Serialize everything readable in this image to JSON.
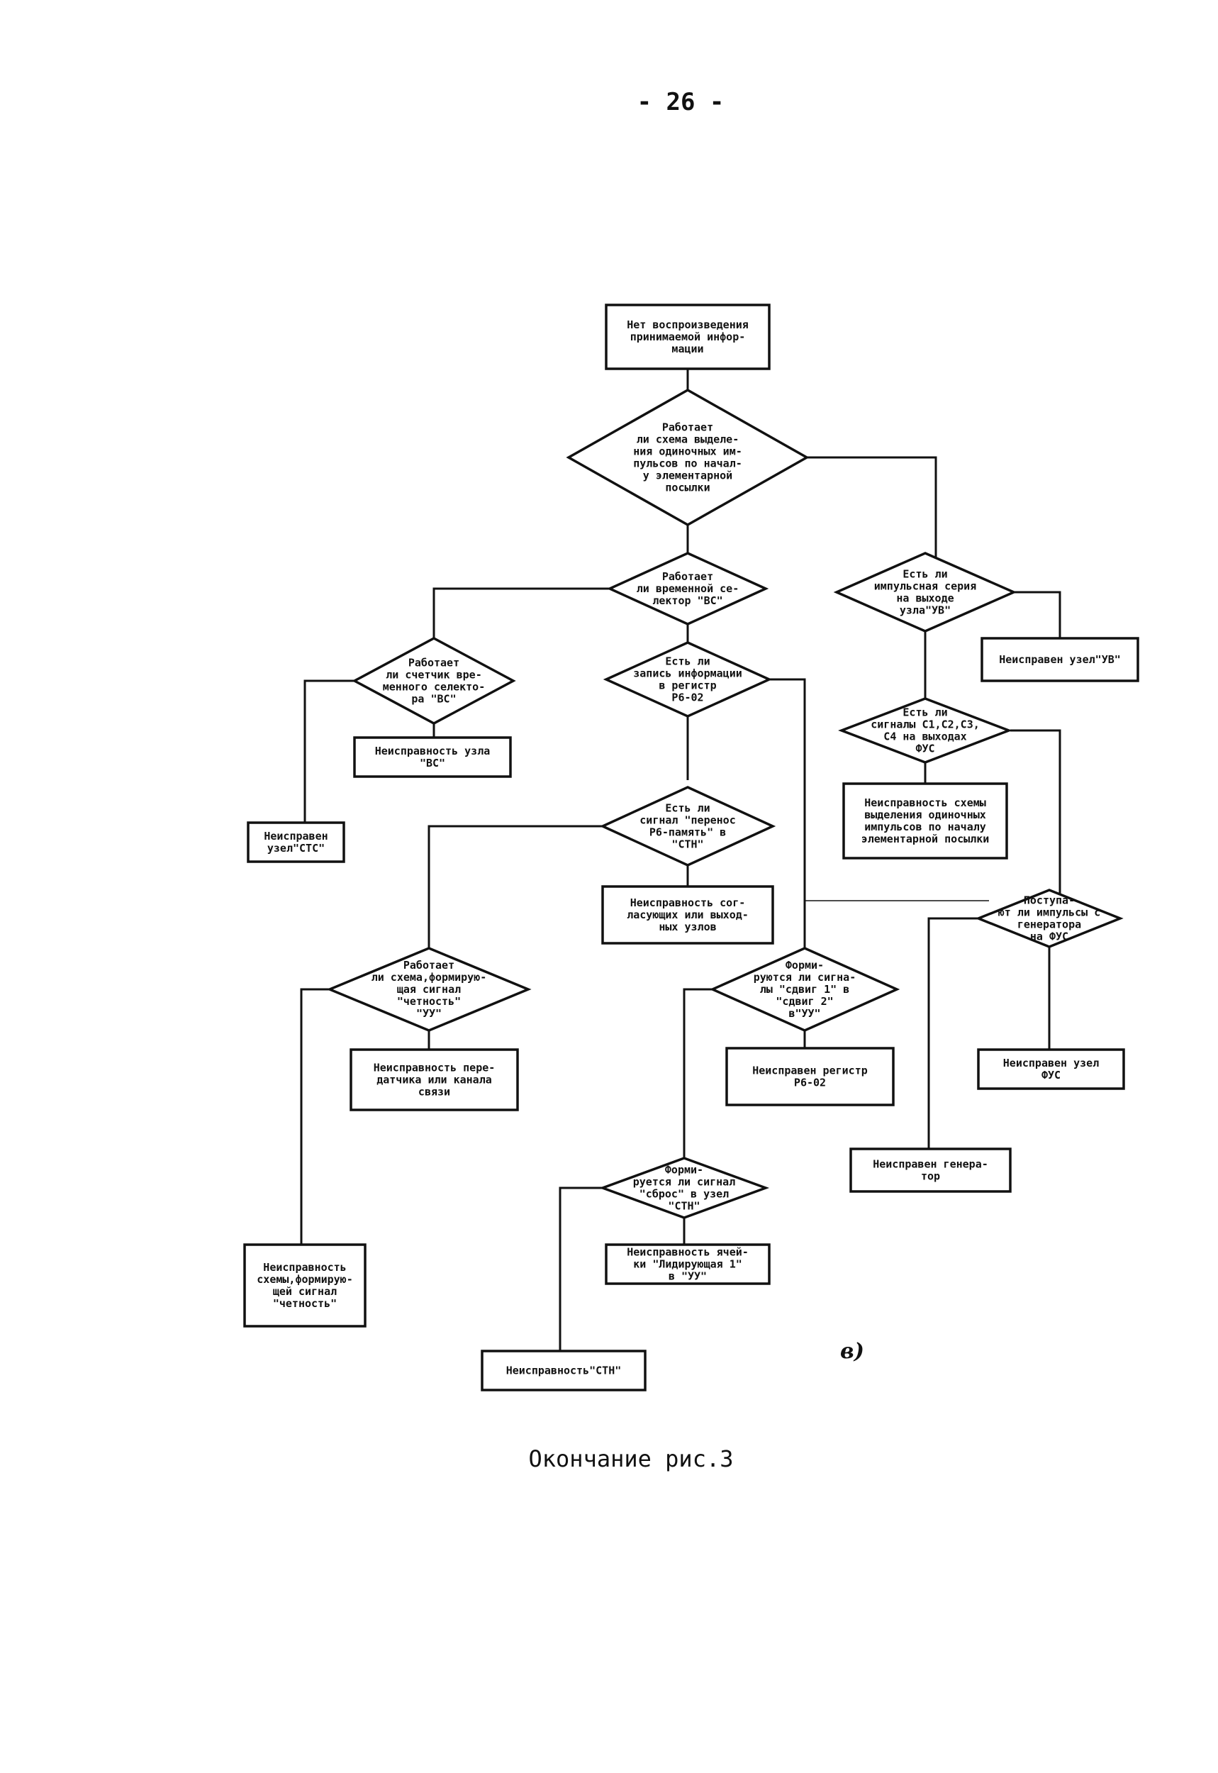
{
  "page_number": "- 26 -",
  "caption": "Окончание рис.3",
  "panel_marker": "в)",
  "nodes": {
    "start": [
      "Нет воспроизведения",
      "принимаемой инфор-",
      "мации"
    ],
    "d_main": [
      "Работает",
      "ли схема выделе-",
      "ния одиночных им-",
      "пульсов по начал-",
      "у элементарной",
      "посылки"
    ],
    "d_vs": [
      "Работает",
      "ли временной се-",
      "лектор \"ВС\""
    ],
    "d_stc": [
      "Работает",
      "ли счетчик вре-",
      "менного селекто-",
      "ра \"ВС\""
    ],
    "b_vs": [
      "Неисправность узла",
      "\"ВС\""
    ],
    "b_stc": [
      "Неисправен",
      "узел\"СТС\""
    ],
    "d_reg": [
      "Есть ли",
      "запись информации",
      "в регистр",
      "Р6-02"
    ],
    "d_perenos": [
      "Есть ли",
      "сигнал \"перенос",
      "Р6-память\" в",
      "\"СТН\""
    ],
    "b_sogl": [
      "Неисправность сог-",
      "ласующих или выход-",
      "ных узлов"
    ],
    "d_chet": [
      "Работает",
      "ли схема,формирую-",
      "щая сигнал",
      "\"четность\"",
      "\"УУ\""
    ],
    "b_pered": [
      "Неисправность пере-",
      "датчика или канала",
      "связи"
    ],
    "b_chet": [
      "Неисправность",
      "схемы,формирую-",
      "щей сигнал",
      "\"четность\""
    ],
    "d_sdvig": [
      "Форми-",
      "руются ли сигна-",
      "лы \"сдвиг 1\" в",
      "\"сдвиг 2\"",
      "в\"УУ\""
    ],
    "b_reg": [
      "Неисправен регистр",
      "Р6-02"
    ],
    "d_sbros": [
      "Форми-",
      "руется ли сигнал",
      "\"сброс\" в узел",
      "\"СТН\""
    ],
    "b_yach": [
      "Неисправность ячей-",
      "ки \"Лидирующая 1\"",
      "в \"УУ\""
    ],
    "b_stn": [
      "Неисправность\"СТН\""
    ],
    "d_uv": [
      "Есть ли",
      "импульсная серия",
      "на выходе",
      "узла\"УВ\""
    ],
    "b_uv": [
      "Неисправен узел\"УВ\""
    ],
    "d_c": [
      "Есть ли",
      "сигналы С1,С2,С3,",
      "С4 на выходах",
      "ФУС"
    ],
    "b_shema": [
      "Неисправность схемы",
      "выделения одиночных",
      "импульсов по началу",
      "элементарной посылки"
    ],
    "d_gen": [
      "Поступа-",
      "ют ли импульсы с",
      "генератора",
      "на ФУС"
    ],
    "b_fus": [
      "Неисправен узел",
      "ФУС"
    ],
    "b_gen": [
      "Неисправен генера-",
      "тор"
    ]
  }
}
